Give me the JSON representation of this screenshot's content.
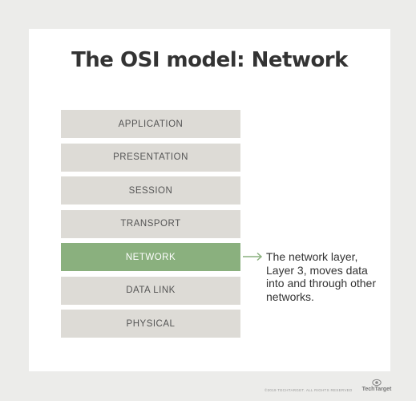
{
  "title": "The OSI model: Network",
  "layers": [
    "APPLICATION",
    "PRESENTATION",
    "SESSION",
    "TRANSPORT",
    "NETWORK",
    "DATA LINK",
    "PHYSICAL"
  ],
  "highlighted_layer": "NETWORK",
  "description": "The network layer, Layer 3, moves data into and through other networks.",
  "footer": {
    "copyright": "©2019 TECHTARGET. ALL RIGHTS RESERVED",
    "brand": "TechTarget"
  },
  "colors": {
    "layer": "#dddbd6",
    "highlight": "#8ab07e",
    "arrow": "#8ab07e",
    "background": "#ececea",
    "card": "#ffffff"
  }
}
